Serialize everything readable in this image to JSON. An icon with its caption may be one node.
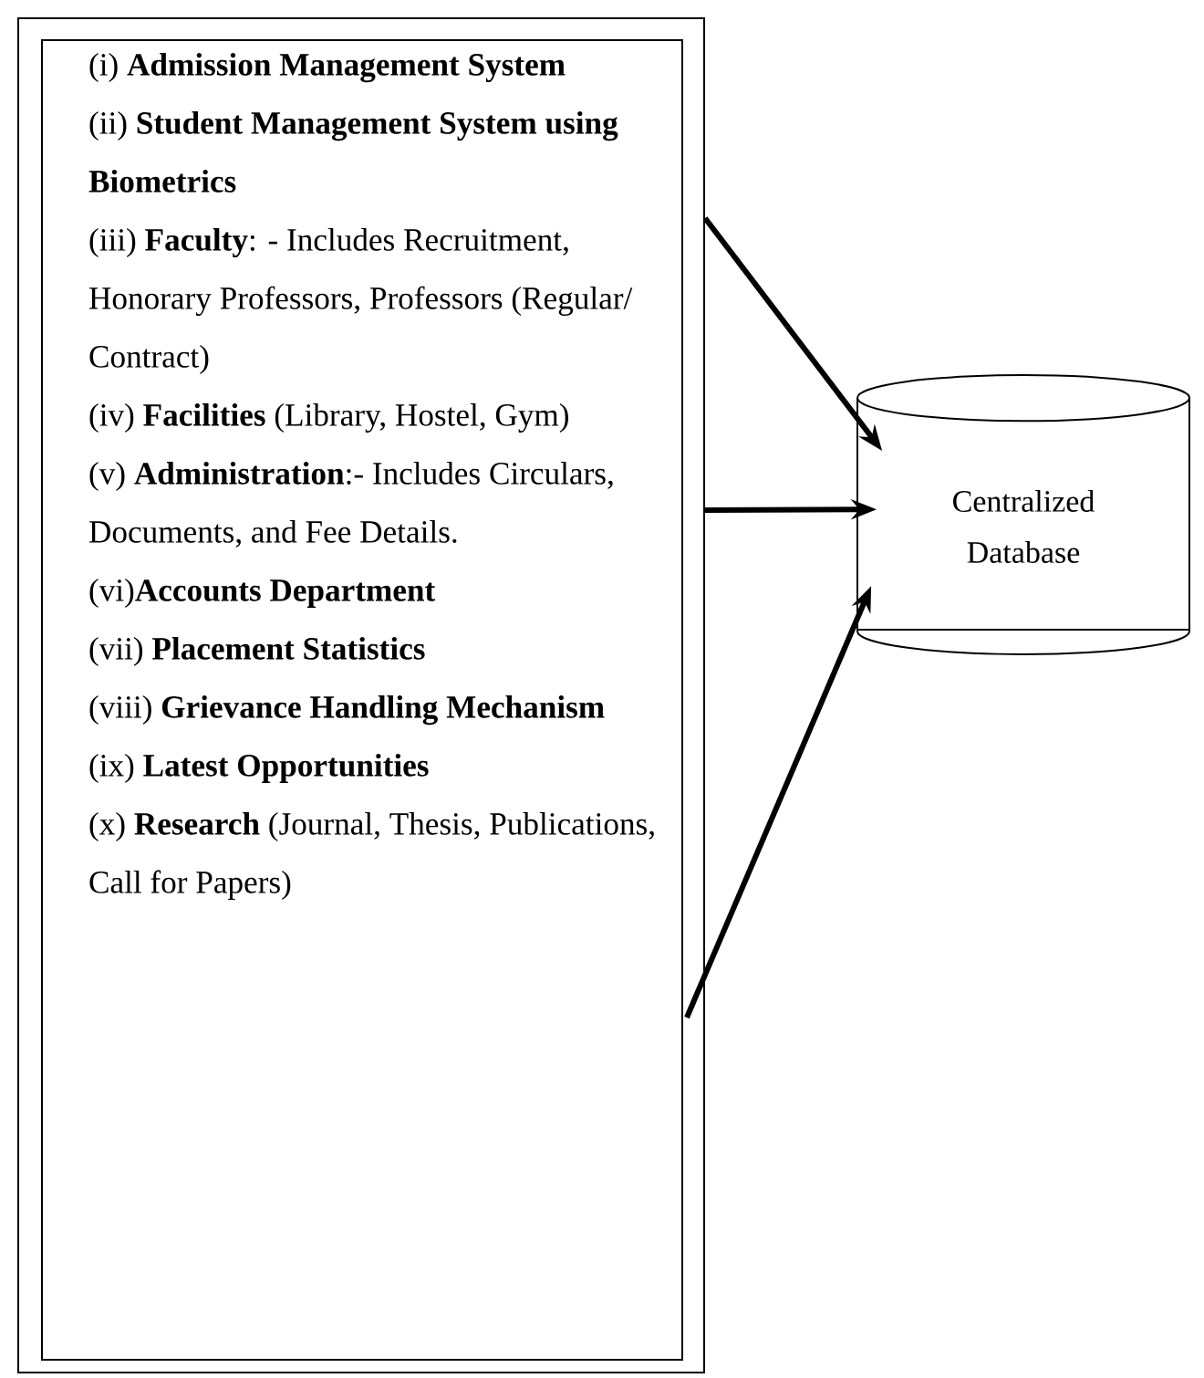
{
  "diagram": {
    "nodes": [
      {
        "text": [],
        "shape": "box"
      },
      {
        "text": [
          "(i) **Admission Management System**",
          "(ii) **Student Management System using Biometrics**",
          "(iii) **Faculty**: - Includes Recruitment, Honorary Professors, Professors (Regular/ Contract)",
          "(iv) **Facilities** (Library, Hostel, Gym)",
          "(v) **Administration**:- Includes Circulars, Documents, and Fee Details.",
          "(vi)**Accounts Department**",
          "(vii) **Placement Statistics**",
          "(viii) **Grievance Handling Mechanism**",
          "(ix) **Latest Opportunities**",
          "(x) **Research** (Journal, Thesis, Publications, Call for Papers)"
        ],
        "in": 0
      },
      {
        "text": [
          "Centralized Database"
        ]
      }
    ],
    "edges": [
      {
        "from": 0,
        "to": 2,
        "arrow": "to"
      },
      {
        "from": 0,
        "to": 2,
        "arrow": "to"
      },
      {
        "from": 0,
        "to": 2,
        "arrow": "to"
      }
    ]
  }
}
